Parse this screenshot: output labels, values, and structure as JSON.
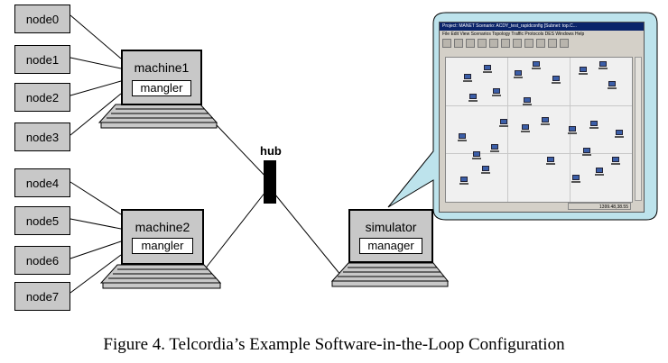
{
  "nodes": [
    "node0",
    "node1",
    "node2",
    "node3",
    "node4",
    "node5",
    "node6",
    "node7"
  ],
  "machine1": {
    "title": "machine1",
    "label": "mangler"
  },
  "machine2": {
    "title": "machine2",
    "label": "mangler"
  },
  "simulator": {
    "title": "simulator",
    "label": "manager"
  },
  "hub": {
    "label": "hub"
  },
  "app_window": {
    "title": "Project: MANET Scenario: ACDY_test_rapidconfig [Subnet: top.C...",
    "menu": "File  Edit  View  Scenarios  Topology  Traffic  Protocols  DES  Windows  Help",
    "status": "1399.48,38.55"
  },
  "caption": "Figure 4.  Telcordia’s Example Software-in-the-Loop Configuration",
  "colors": {
    "box_fill": "#c8c8c8",
    "callout_fill": "#bde3ec",
    "hub": "#000000"
  }
}
